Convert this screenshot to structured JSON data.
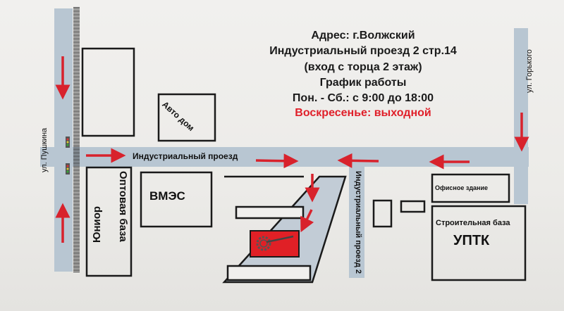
{
  "info": {
    "address": "Адрес: г.Волжский",
    "street": "Индустриальный проезд 2  стр.14",
    "entrance": "(вход с торца 2 этаж)",
    "schedule_title": "График работы",
    "weekdays": "Пон. - Сб.:  с 9:00 до 18:00",
    "sunday": "Воскресенье: выходной"
  },
  "streets": {
    "pushkina": "ул. Пушкина",
    "gorkogo": "ул. Горького",
    "industrial": "Индустриальный проезд",
    "industrial2": "Индустриальный проезд 2"
  },
  "buildings": {
    "avto_dom": "Авто дом",
    "yunior": "Оптовая база Юниор",
    "yunior_line1": "Оптовая база",
    "yunior_line2": "Юниор",
    "vmes": "ВМЭС",
    "office": "Офисное здание",
    "uptk_line1": "Строительная база",
    "uptk_line2": "УПТК"
  },
  "colors": {
    "road": "#b8c6d2",
    "arrow": "#d8222c",
    "building": "#1a1a1a",
    "target": "#e02026"
  }
}
